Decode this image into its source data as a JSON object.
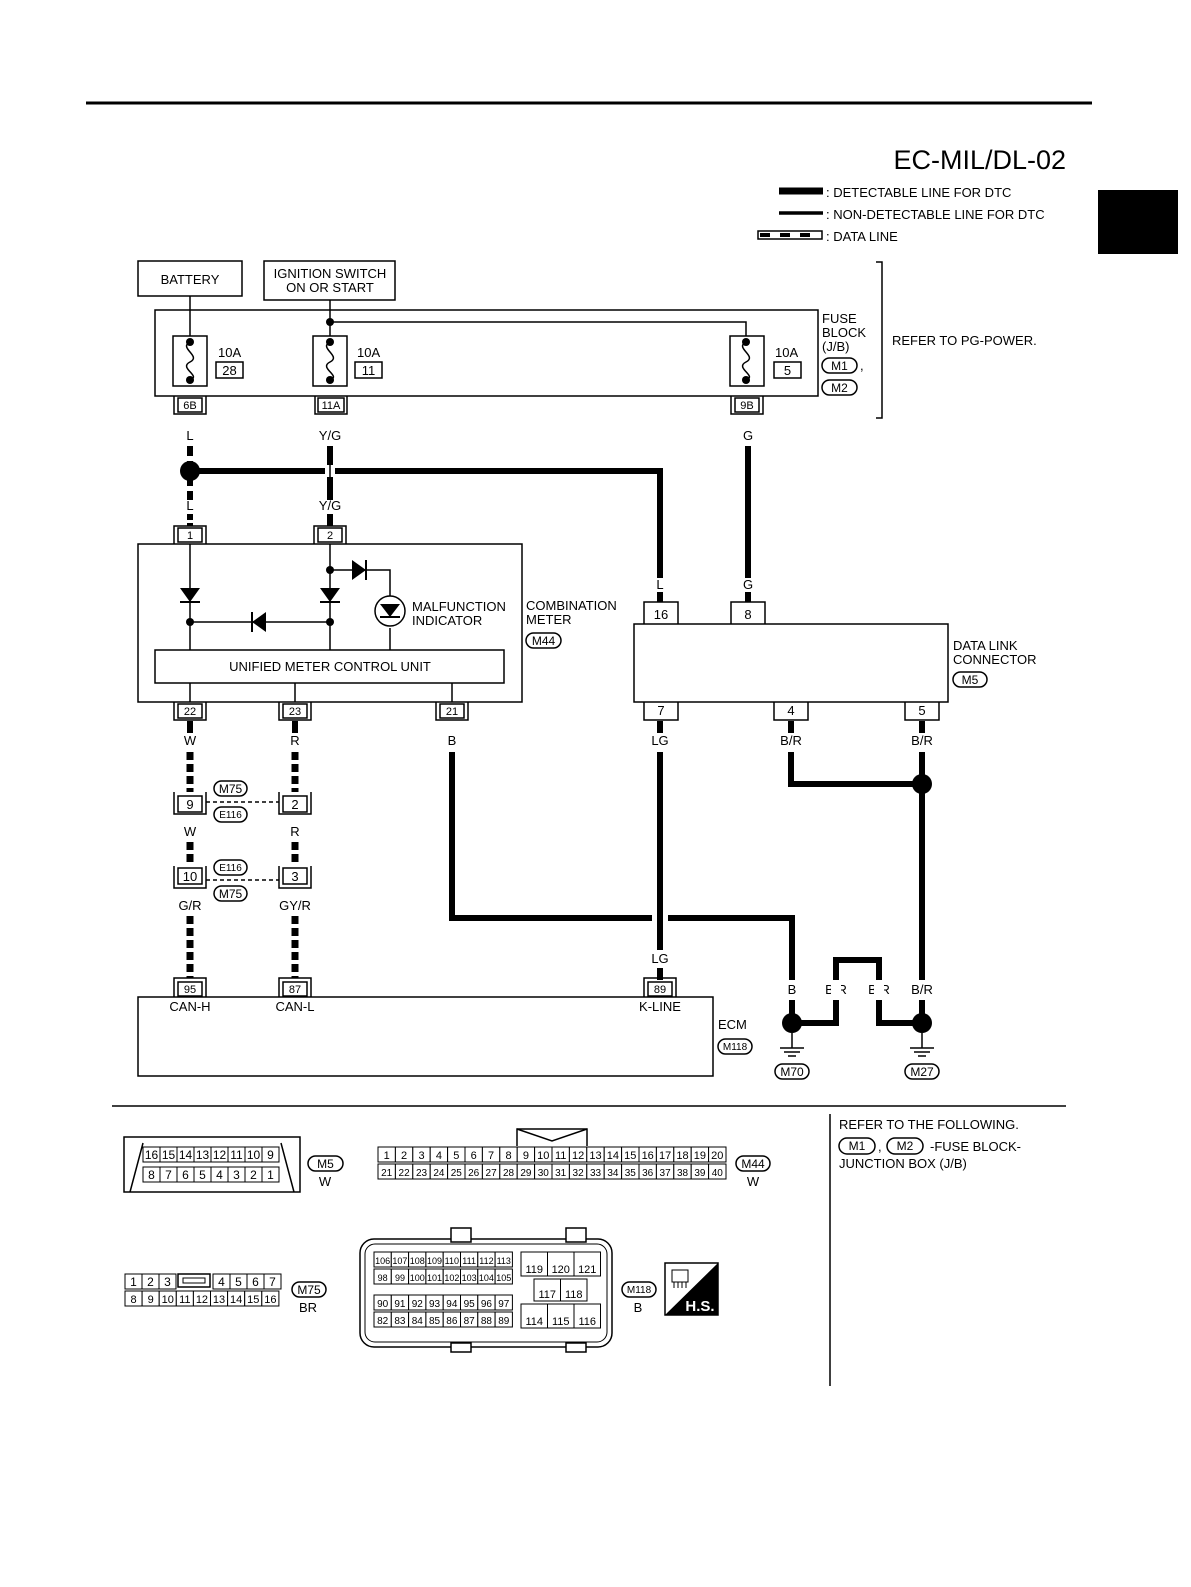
{
  "diagram_id": "EC-MIL/DL-02",
  "legend": {
    "detectable": ": DETECTABLE LINE FOR DTC",
    "non_detectable": ": NON-DETECTABLE LINE FOR DTC",
    "data_line": ": DATA LINE"
  },
  "boxes": {
    "battery": "BATTERY",
    "ignition_line1": "IGNITION SWITCH",
    "ignition_line2": "ON OR START",
    "unified_meter": "UNIFIED METER CONTROL UNIT"
  },
  "fuse_block": {
    "label_lines": [
      "FUSE",
      "BLOCK",
      "(J/B)"
    ],
    "connectors": [
      "M1",
      "M2"
    ],
    "comma": ",",
    "refer": "REFER TO PG-POWER.",
    "fuses": [
      {
        "amp": "10A",
        "num": "28",
        "terminal": "6B",
        "wire": "L"
      },
      {
        "amp": "10A",
        "num": "11",
        "terminal": "11A",
        "wire": "Y/G"
      },
      {
        "amp": "10A",
        "num": "5",
        "terminal": "9B",
        "wire": "G"
      }
    ]
  },
  "combination_meter": {
    "label_lines": [
      "COMBINATION",
      "METER"
    ],
    "connector": "M44",
    "malfunction_lines": [
      "MALFUNCTION",
      "INDICATOR"
    ],
    "top_terminals": [
      {
        "num": "1",
        "wire": "L"
      },
      {
        "num": "2",
        "wire": "Y/G"
      }
    ],
    "bottom_terminals": [
      {
        "num": "22",
        "wire": "W"
      },
      {
        "num": "23",
        "wire": "R"
      },
      {
        "num": "21",
        "wire": "B"
      }
    ]
  },
  "data_link": {
    "label_lines": [
      "DATA LINK",
      "CONNECTOR"
    ],
    "connector": "M5",
    "top_terminals": [
      {
        "num": "16",
        "wire": "L"
      },
      {
        "num": "8",
        "wire": "G"
      }
    ],
    "bottom_terminals": [
      {
        "num": "7",
        "wire": "LG"
      },
      {
        "num": "4",
        "wire": "B/R"
      },
      {
        "num": "5",
        "wire": "B/R"
      }
    ]
  },
  "joints": {
    "upper": {
      "tag1": "M75",
      "tag2": "E116",
      "left_num": "9",
      "right_num": "2",
      "left_wire": "W",
      "right_wire": "R"
    },
    "lower": {
      "tag1": "E116",
      "tag2": "M75",
      "left_num": "10",
      "right_num": "3",
      "left_wire": "G/R",
      "right_wire": "GY/R"
    }
  },
  "ecm": {
    "label": "ECM",
    "connector": "M118",
    "terminals": [
      {
        "num": "95",
        "name": "CAN-H"
      },
      {
        "num": "87",
        "name": "CAN-L"
      },
      {
        "num": "89",
        "name": "K-LINE",
        "wire": "LG"
      }
    ]
  },
  "grounds": {
    "wires": [
      "B",
      "B/R",
      "B/R",
      "B/R"
    ],
    "left": "M70",
    "right": "M27"
  },
  "connectors_section": {
    "m5": {
      "tag": "M5",
      "color": "W",
      "row1": [
        "16",
        "15",
        "14",
        "13",
        "12",
        "11",
        "10",
        "9"
      ],
      "row2": [
        "8",
        "7",
        "6",
        "5",
        "4",
        "3",
        "2",
        "1"
      ]
    },
    "m44": {
      "tag": "M44",
      "color": "W",
      "row1": [
        "1",
        "2",
        "3",
        "4",
        "5",
        "6",
        "7",
        "8",
        "9",
        "10",
        "11",
        "12",
        "13",
        "14",
        "15",
        "16",
        "17",
        "18",
        "19",
        "20"
      ],
      "row2": [
        "21",
        "22",
        "23",
        "24",
        "25",
        "26",
        "27",
        "28",
        "29",
        "30",
        "31",
        "32",
        "33",
        "34",
        "35",
        "36",
        "37",
        "38",
        "39",
        "40"
      ]
    },
    "m75": {
      "tag": "M75",
      "color": "BR",
      "row1a": [
        "1",
        "2",
        "3"
      ],
      "row1b": [
        "4",
        "5",
        "6",
        "7"
      ],
      "row2": [
        "8",
        "9",
        "10",
        "11",
        "12",
        "13",
        "14",
        "15",
        "16"
      ]
    },
    "m118": {
      "tag": "M118",
      "color": "B",
      "g1r1": [
        "106",
        "107",
        "108",
        "109",
        "110",
        "111",
        "112",
        "113"
      ],
      "g1r2": [
        "98",
        "99",
        "100",
        "101",
        "102",
        "103",
        "104",
        "105"
      ],
      "g2r1": [
        "90",
        "91",
        "92",
        "93",
        "94",
        "95",
        "96",
        "97"
      ],
      "g2r2": [
        "82",
        "83",
        "84",
        "85",
        "86",
        "87",
        "88",
        "89"
      ],
      "r_top": [
        "119",
        "120",
        "121"
      ],
      "r_mid": [
        "117",
        "118"
      ],
      "r_bot": [
        "114",
        "115",
        "116"
      ]
    },
    "hs": "H.S."
  },
  "refer_following": {
    "line1": "REFER TO THE FOLLOWING.",
    "tag1": "M1",
    "comma": ",",
    "tag2": "M2",
    "line2_rest": "-FUSE BLOCK-",
    "line3": "JUNCTION BOX (J/B)"
  }
}
